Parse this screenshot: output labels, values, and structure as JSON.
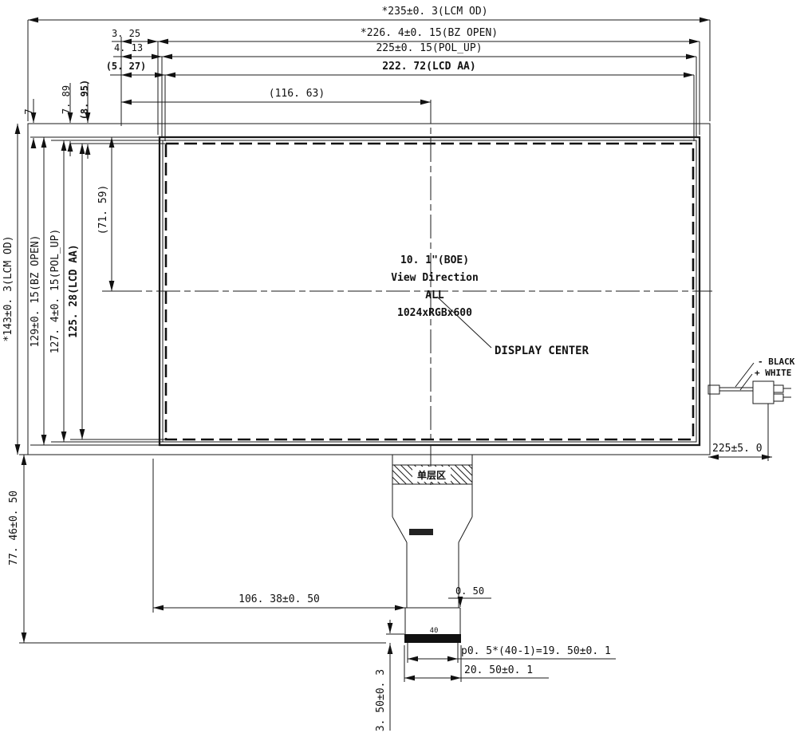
{
  "drawing": {
    "dims_top": {
      "lcm_od": "*235±0. 3(LCM OD)",
      "bz_open": "*226. 4±0. 15(BZ OPEN)",
      "pol_up": "225±0. 15(POL_UP)",
      "lcd_aa": "222. 72(LCD AA)",
      "center_x": "(116. 63)",
      "off_bz": "3. 25",
      "off_pol": "4. 13",
      "off_aa": "(5. 27)",
      "off_7": "7",
      "off_789": "7. 89",
      "off_895": "(8. 95)"
    },
    "dims_left": {
      "lcm_od": "*143±0. 3(LCM OD)",
      "bz_open": "129±0. 15(BZ OPEN)",
      "pol_up": "127. 4±0. 15(POL_UP)",
      "lcd_aa": "125. 28(LCD AA)",
      "center_y": "(71. 59)",
      "fpc_drop": "77. 46±0. 50"
    },
    "center_note": {
      "line1": "10. 1\"(BOE)",
      "line2": "View Direction",
      "line3": "ALL",
      "line4": "1024xRGBx600",
      "callout": "DISPLAY CENTER"
    },
    "cable": {
      "wire_neg": "- BLACK",
      "wire_pos": "+ WHITE",
      "length": "225±5. 0"
    },
    "fpc": {
      "hatch_label": "单层区",
      "conn_offset": "106. 38±0. 50",
      "edge_gap": "0. 50",
      "pin_count": "40",
      "pitch": "p0. 5*(40-1)=19. 50±0. 1",
      "conn_width": "20. 50±0. 1",
      "conn_thick": "3. 50±0. 3"
    }
  }
}
